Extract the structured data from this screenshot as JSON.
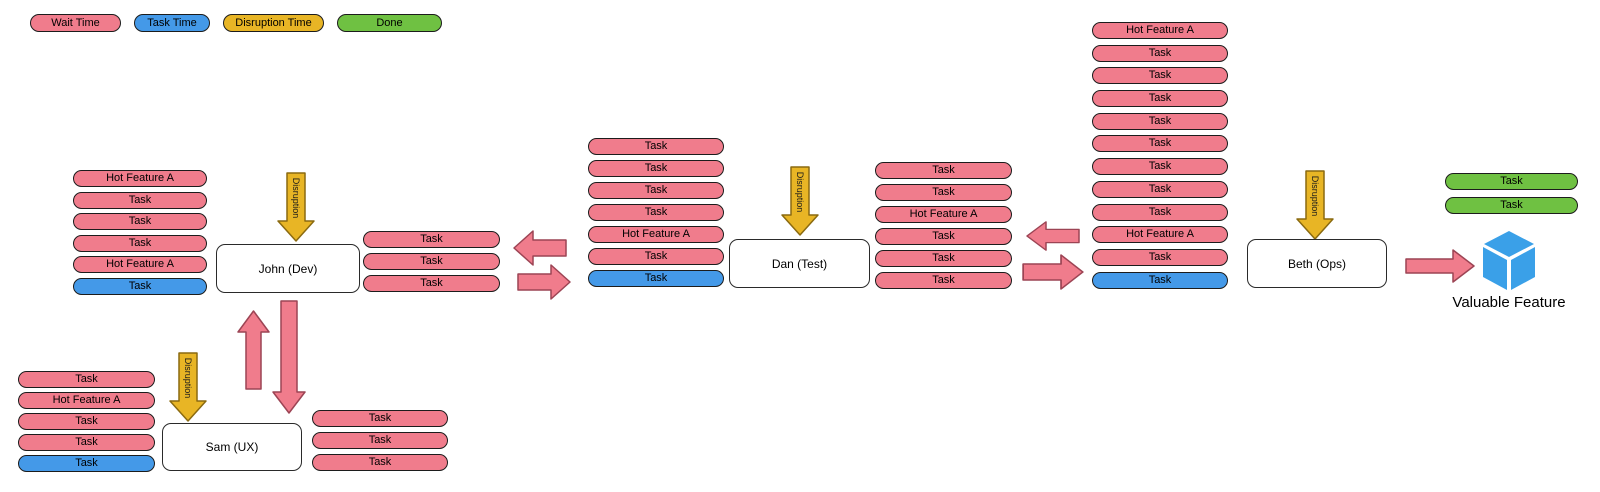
{
  "legend": {
    "items": [
      {
        "label": "Wait Time",
        "type": "wait"
      },
      {
        "label": "Task Time",
        "type": "task"
      },
      {
        "label": "Disruption Time",
        "type": "disruption"
      },
      {
        "label": "Done",
        "type": "done"
      }
    ]
  },
  "colors": {
    "wait": "#F07C8C",
    "task": "#4499E8",
    "disruption": "#E8B525",
    "done": "#6FC142",
    "cube": "#3AA0E8"
  },
  "labels": {
    "disruption_arrow": "Disruption",
    "valuable_feature": "Valuable Feature"
  },
  "actors": {
    "john": {
      "name": "John (Dev)"
    },
    "sam": {
      "name": "Sam (UX)"
    },
    "dan": {
      "name": "Dan (Test)"
    },
    "beth": {
      "name": "Beth (Ops)"
    }
  },
  "icons": {
    "disruption": "disruption-down-arrow-icon",
    "flow_left": "flow-arrow-left-icon",
    "flow_right": "flow-arrow-right-icon",
    "flow_up": "flow-arrow-up-icon",
    "flow_down": "flow-arrow-down-icon",
    "feature": "cube-icon"
  },
  "stacks": {
    "john_input": [
      {
        "label": "Hot Feature A",
        "type": "wait"
      },
      {
        "label": "Task",
        "type": "wait"
      },
      {
        "label": "Task",
        "type": "wait"
      },
      {
        "label": "Task",
        "type": "wait"
      },
      {
        "label": "Hot Feature A",
        "type": "wait"
      },
      {
        "label": "Task",
        "type": "task"
      }
    ],
    "john_output": [
      {
        "label": "Task",
        "type": "wait"
      },
      {
        "label": "Task",
        "type": "wait"
      },
      {
        "label": "Task",
        "type": "wait"
      }
    ],
    "sam_input": [
      {
        "label": "Task",
        "type": "wait"
      },
      {
        "label": "Hot Feature A",
        "type": "wait"
      },
      {
        "label": "Task",
        "type": "wait"
      },
      {
        "label": "Task",
        "type": "wait"
      },
      {
        "label": "Task",
        "type": "task"
      }
    ],
    "sam_output": [
      {
        "label": "Task",
        "type": "wait"
      },
      {
        "label": "Task",
        "type": "wait"
      },
      {
        "label": "Task",
        "type": "wait"
      }
    ],
    "dan_input": [
      {
        "label": "Task",
        "type": "wait"
      },
      {
        "label": "Task",
        "type": "wait"
      },
      {
        "label": "Task",
        "type": "wait"
      },
      {
        "label": "Task",
        "type": "wait"
      },
      {
        "label": "Hot Feature A",
        "type": "wait"
      },
      {
        "label": "Task",
        "type": "wait"
      },
      {
        "label": "Task",
        "type": "task"
      }
    ],
    "dan_output": [
      {
        "label": "Task",
        "type": "wait"
      },
      {
        "label": "Task",
        "type": "wait"
      },
      {
        "label": "Hot Feature A",
        "type": "wait"
      },
      {
        "label": "Task",
        "type": "wait"
      },
      {
        "label": "Task",
        "type": "wait"
      },
      {
        "label": "Task",
        "type": "wait"
      }
    ],
    "beth_input": [
      {
        "label": "Hot Feature A",
        "type": "wait"
      },
      {
        "label": "Task",
        "type": "wait"
      },
      {
        "label": "Task",
        "type": "wait"
      },
      {
        "label": "Task",
        "type": "wait"
      },
      {
        "label": "Task",
        "type": "wait"
      },
      {
        "label": "Task",
        "type": "wait"
      },
      {
        "label": "Task",
        "type": "wait"
      },
      {
        "label": "Task",
        "type": "wait"
      },
      {
        "label": "Task",
        "type": "wait"
      },
      {
        "label": "Hot Feature A",
        "type": "wait"
      },
      {
        "label": "Task",
        "type": "wait"
      },
      {
        "label": "Task",
        "type": "task"
      }
    ],
    "done": [
      {
        "label": "Task",
        "type": "done"
      },
      {
        "label": "Task",
        "type": "done"
      }
    ]
  }
}
